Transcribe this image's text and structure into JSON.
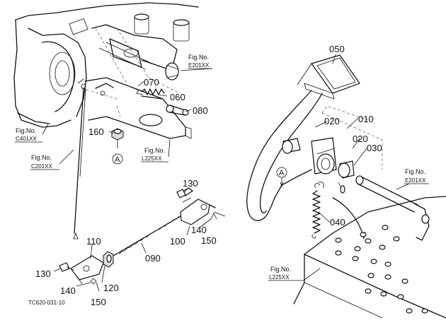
{
  "part_numbers": {
    "p010": "010",
    "p020a": "020",
    "p020b": "020",
    "p030": "030",
    "p040": "040",
    "p050": "050",
    "p060": "060",
    "p070": "070",
    "p080": "080",
    "p090": "090",
    "p100": "100",
    "p110": "110",
    "p120": "120",
    "p130a": "130",
    "p130b": "130",
    "p140a": "140",
    "p140b": "140",
    "p150a": "150",
    "p150b": "150",
    "p160": "160"
  },
  "figure_refs": {
    "e201_top": {
      "label": "Fig.No.",
      "code": "E201XX"
    },
    "c401": {
      "label": "Fig.No.",
      "code": "C401XX"
    },
    "c201": {
      "label": "Fig.No.",
      "code": "C201XX"
    },
    "l225_mid": {
      "label": "Fig.No.",
      "code": "L225XX"
    },
    "e201_right": {
      "label": "Fig.No.",
      "code": "E201XX"
    },
    "l225_bottom": {
      "label": "Fig.No.",
      "code": "L225XX"
    }
  },
  "markers": {
    "a1": "A",
    "a2": "A"
  },
  "drawing_code": "TC620-031-10"
}
